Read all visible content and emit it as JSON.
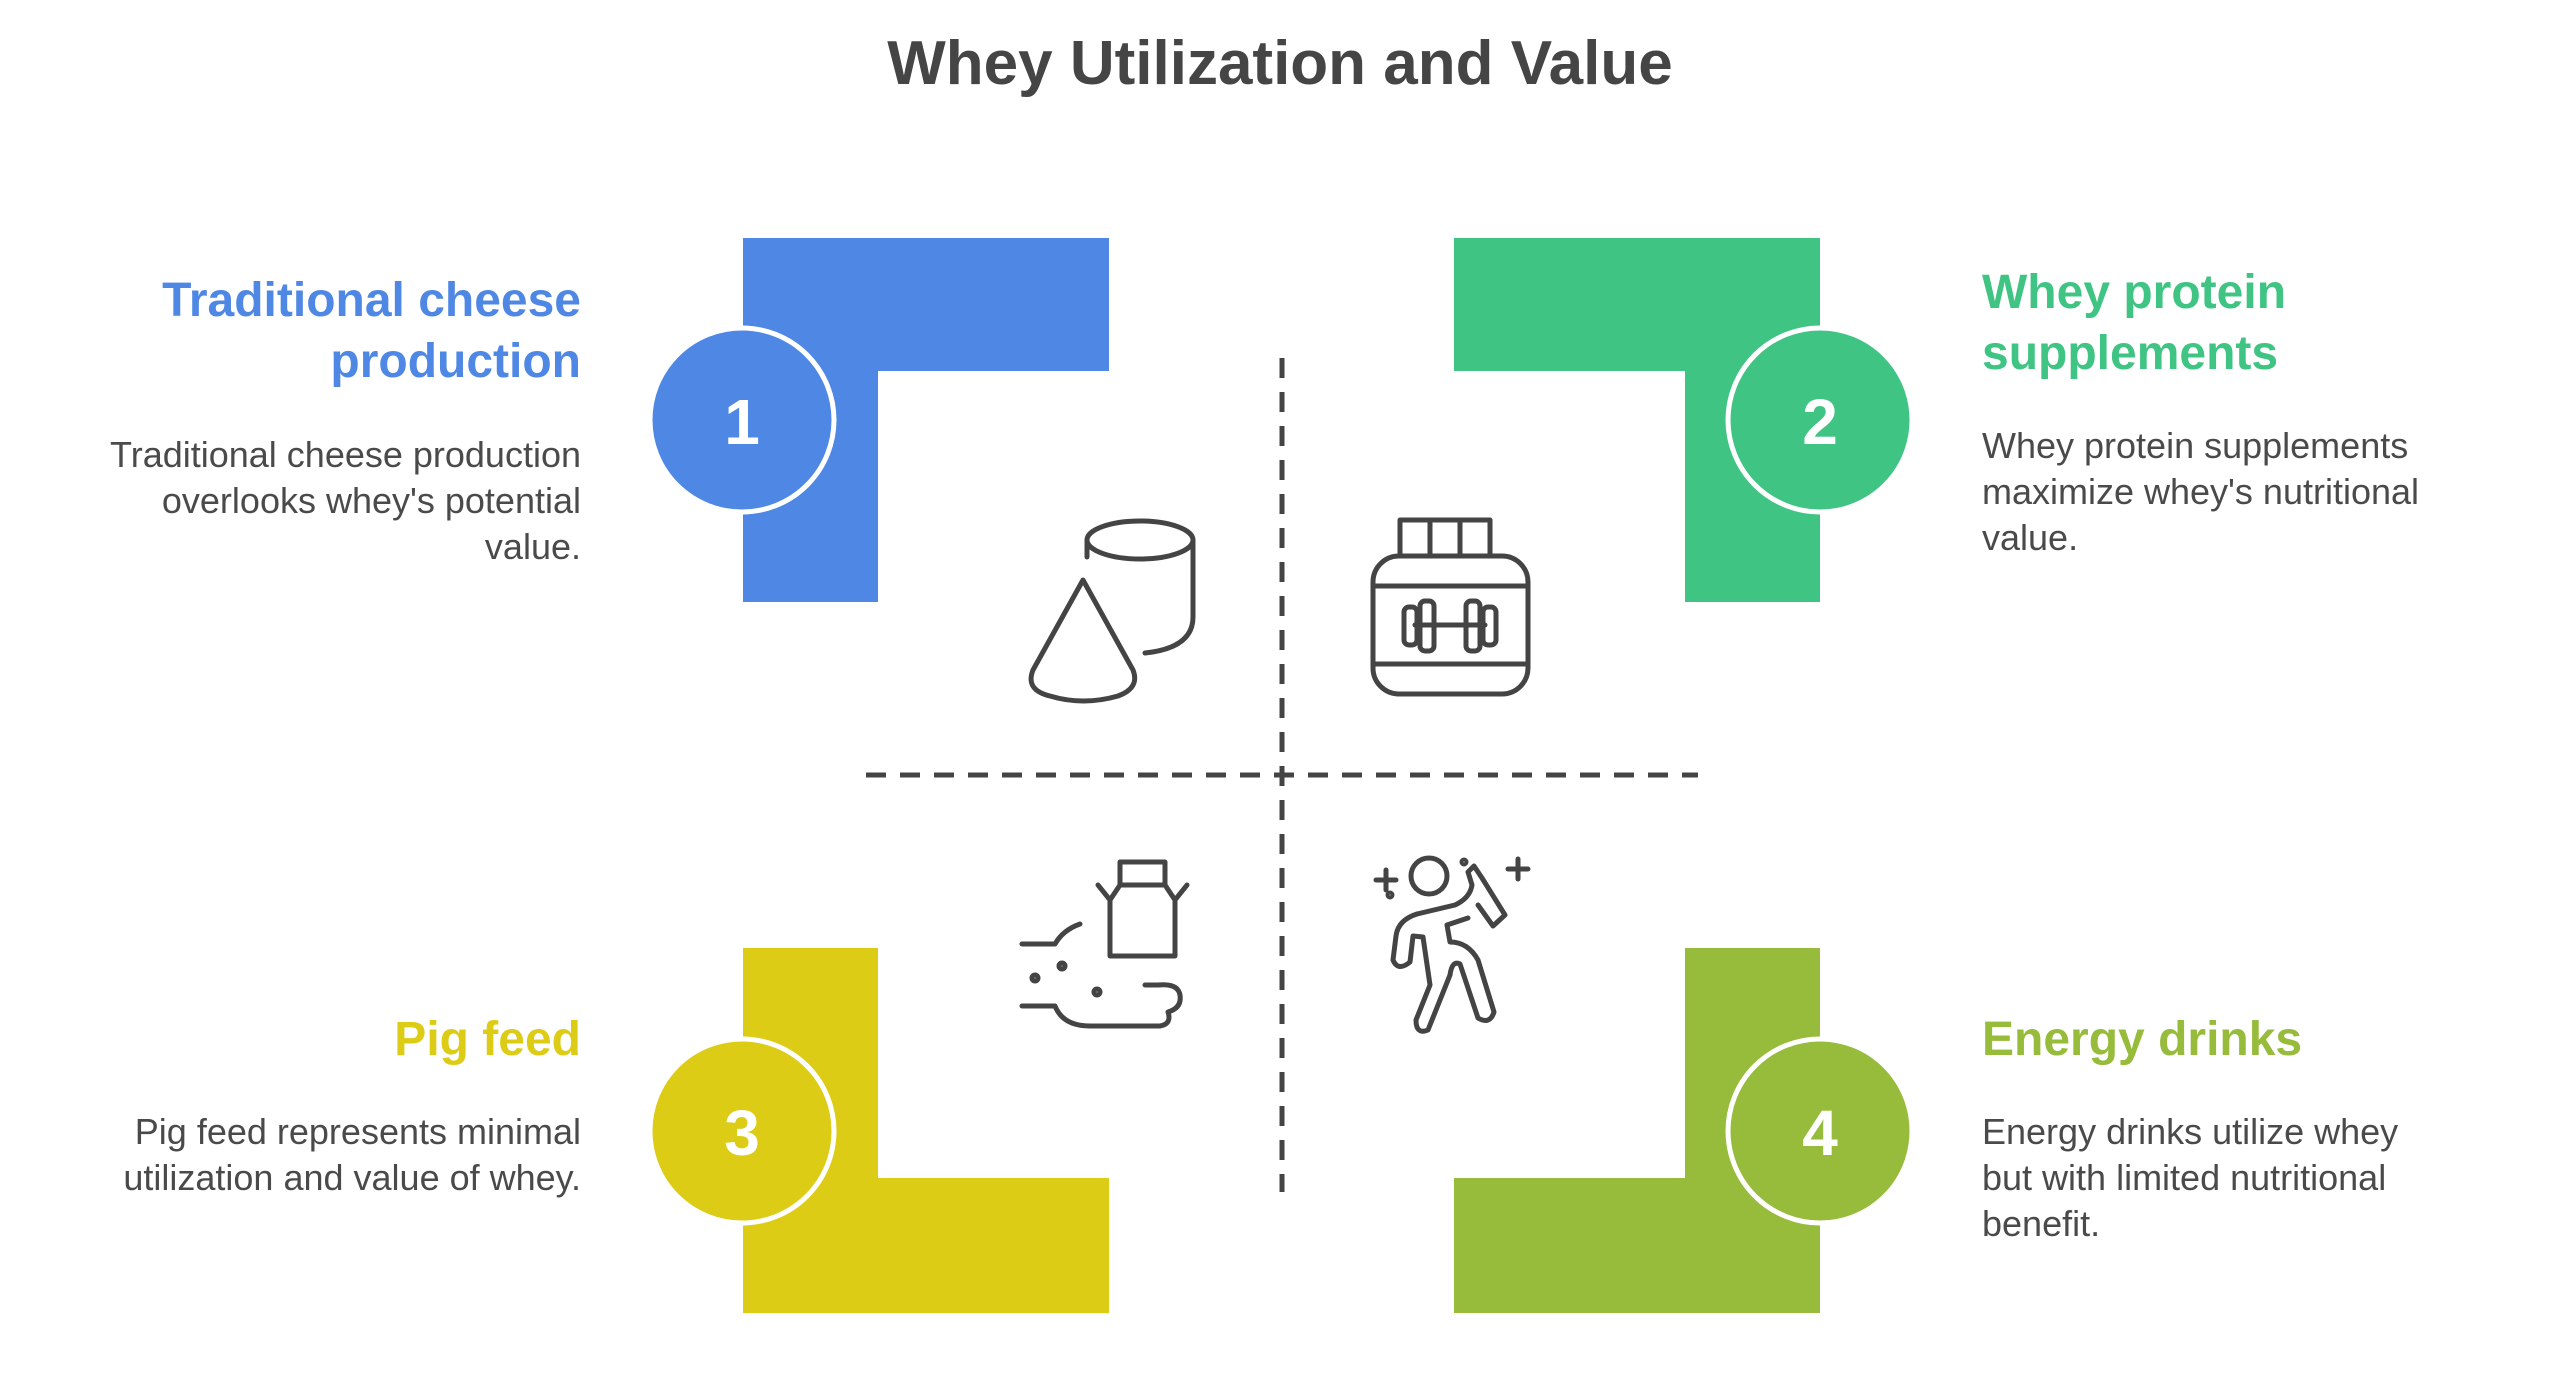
{
  "title": "Whey Utilization and Value",
  "colors": {
    "blue": "#4E88E4",
    "green": "#40C484",
    "yellow": "#DDCC16",
    "olive": "#97BB3B",
    "text": "#484848"
  },
  "quadrants": [
    {
      "number": "1",
      "heading": "Traditional cheese production",
      "description": "Traditional cheese production overlooks whey's potential value.",
      "icon": "cheese-shapes-icon"
    },
    {
      "number": "2",
      "heading": "Whey protein supplements",
      "description": "Whey protein supplements maximize whey's nutritional value.",
      "icon": "protein-jar-icon"
    },
    {
      "number": "3",
      "heading": "Pig feed",
      "description": "Pig feed represents minimal utilization and value of whey.",
      "icon": "milk-can-hand-icon"
    },
    {
      "number": "4",
      "heading": "Energy drinks",
      "description": "Energy drinks utilize whey but with limited nutritional benefit.",
      "icon": "athlete-drinking-icon"
    }
  ]
}
